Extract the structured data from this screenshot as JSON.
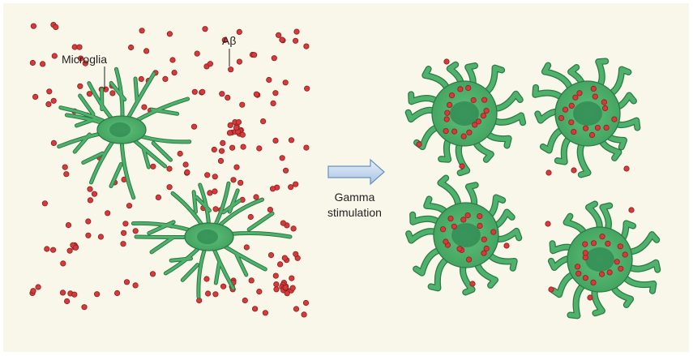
{
  "labels": {
    "microglia": "Microglia",
    "abeta": "Aβ",
    "arrow_line1": "Gamma",
    "arrow_line2": "stimulation"
  },
  "colors": {
    "background": "#f9f6ea",
    "cell_fill": "#4fb26c",
    "cell_outline": "#2c7a45",
    "nucleus": "#2f8a52",
    "abeta_fill": "#d63a3a",
    "abeta_outline": "#8e1f1f",
    "arrow_fill": "#c7daef",
    "arrow_outline": "#6a90bd"
  },
  "icons": [
    "microglia-cell-icon",
    "amyloid-beta-particle-icon",
    "right-arrow-icon"
  ]
}
